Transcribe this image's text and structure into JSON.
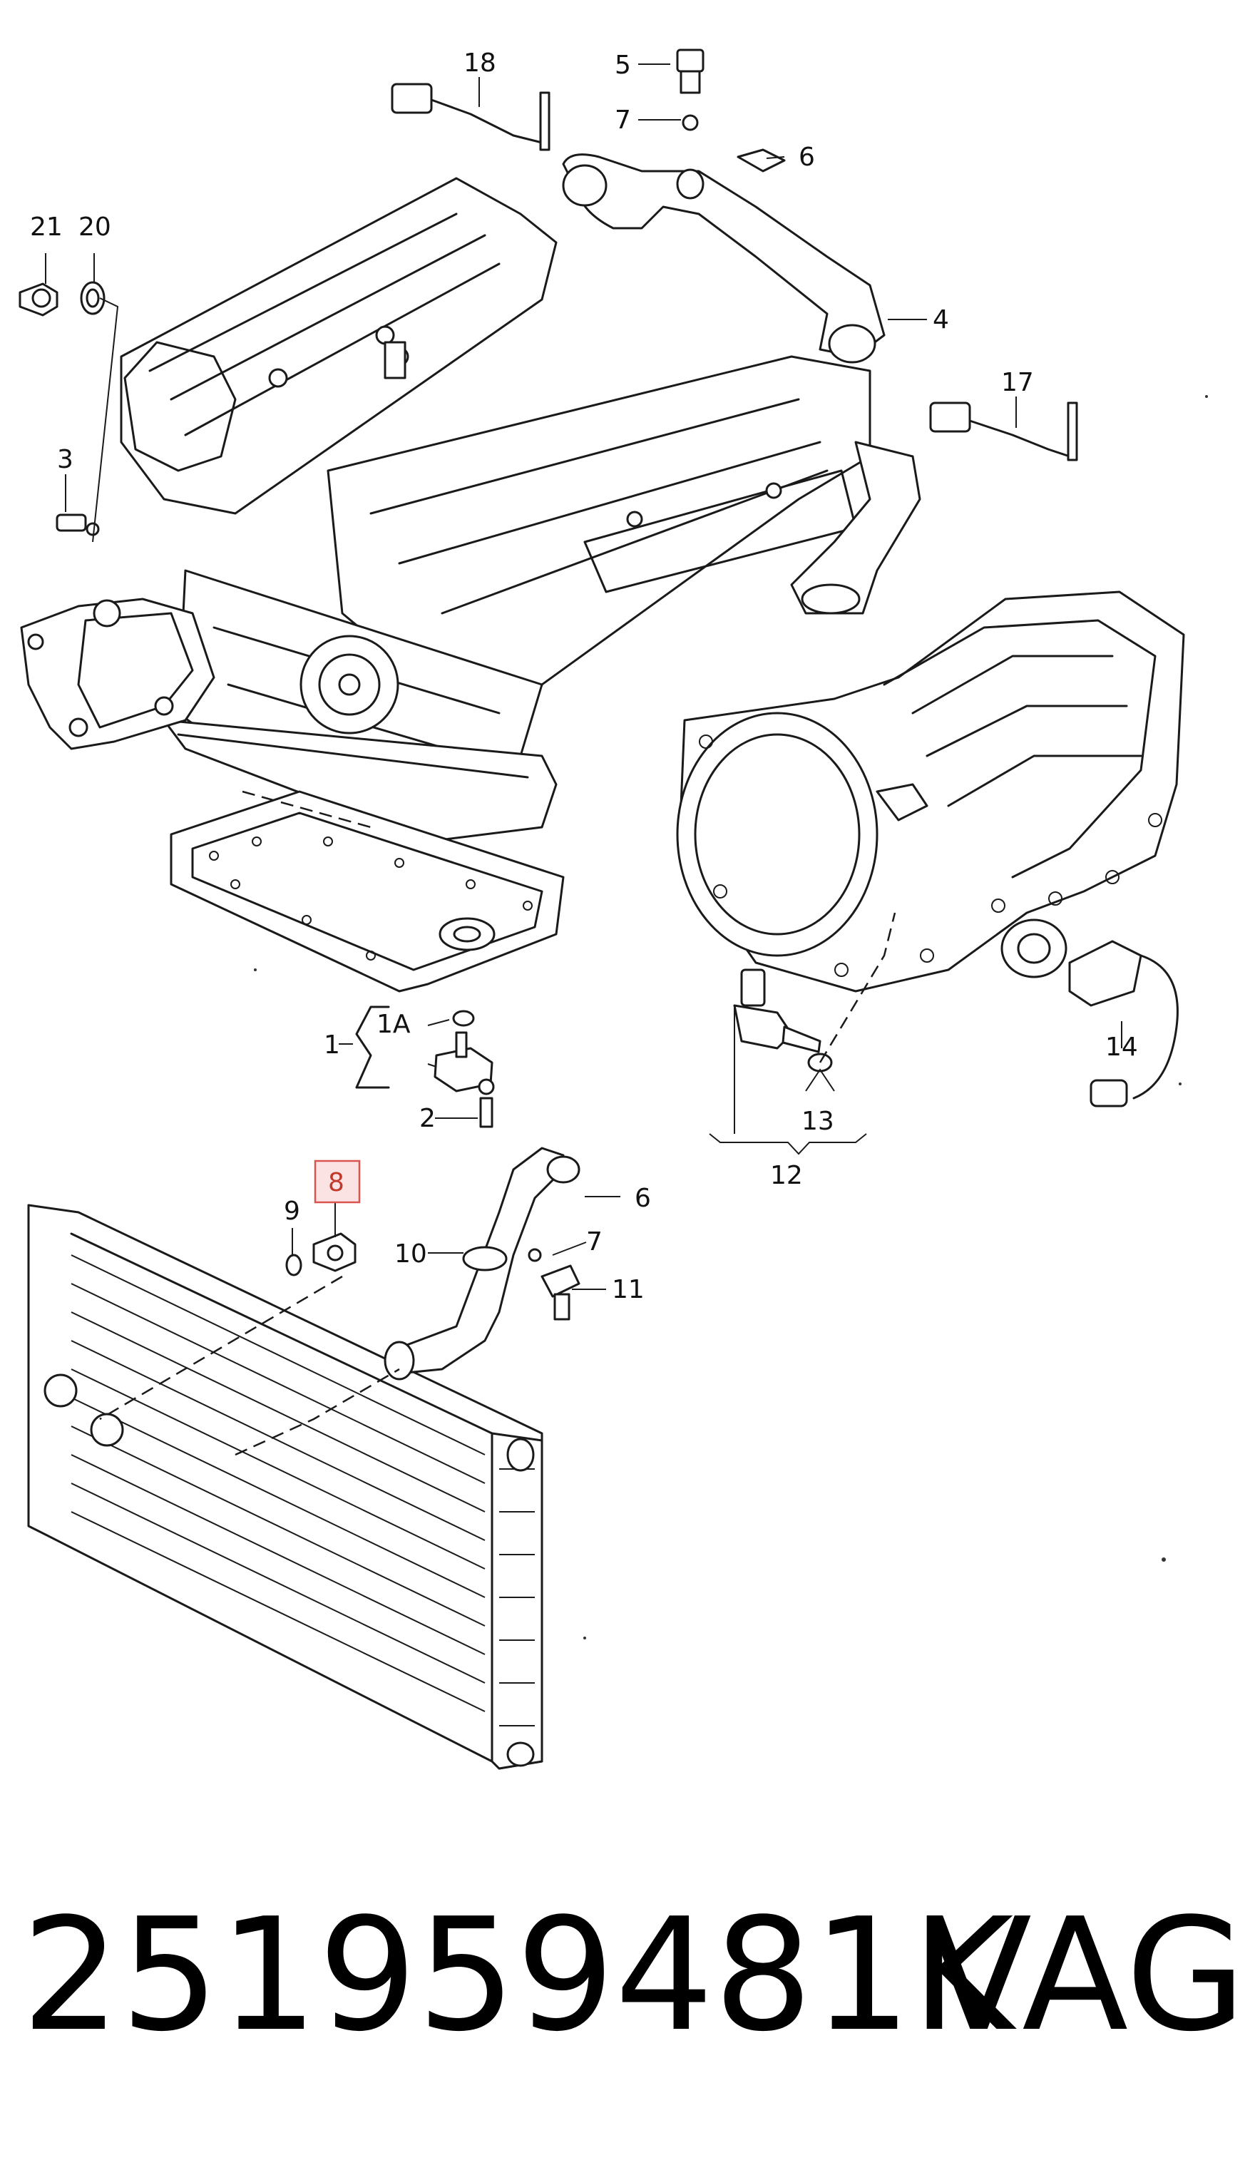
{
  "callouts": {
    "c1": "1",
    "c1A": "1A",
    "c2": "2",
    "c3": "3",
    "c4": "4",
    "c5": "5",
    "c6a": "6",
    "c6b": "6",
    "c7a": "7",
    "c7b": "7",
    "c8": "8",
    "c9": "9",
    "c10": "10",
    "c11": "11",
    "c12": "12",
    "c13": "13",
    "c14": "14",
    "c17": "17",
    "c18": "18",
    "c20": "20",
    "c21": "21"
  },
  "highlighted_callout": "8",
  "part_number": "251959481K",
  "brand": "VAG",
  "colors": {
    "line": "#1a1a1a",
    "highlight_fill": "#fbe3e3",
    "highlight_border": "#d9534f"
  }
}
